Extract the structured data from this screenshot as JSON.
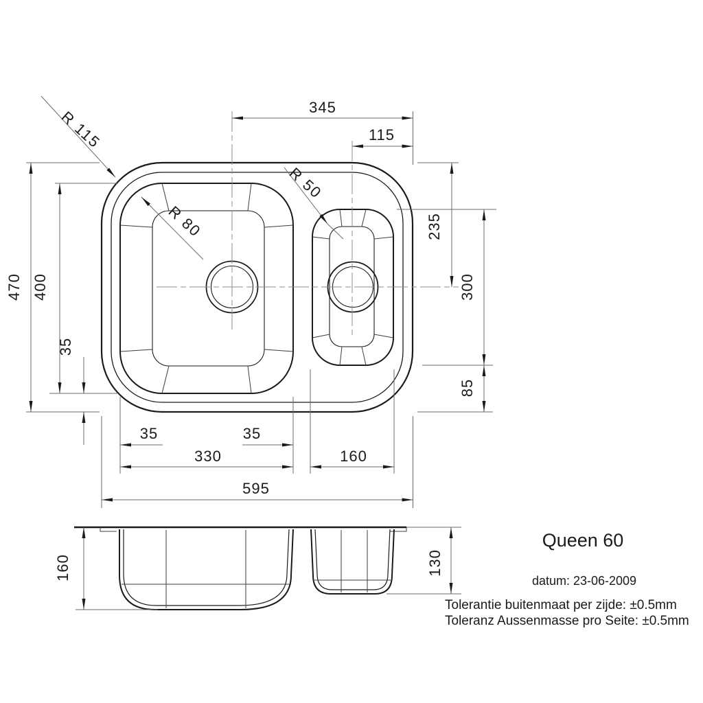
{
  "drawing": {
    "product_name": "Queen 60",
    "date_line": "datum: 23-06-2009",
    "tolerance_nl": "Tolerantie buitenmaat per zijde: ±0.5mm",
    "tolerance_de": "Toleranz Aussenmasse pro Seite: ±0.5mm"
  },
  "dimensions": {
    "drain_to_right_edge": "345",
    "small_drain_to_right_edge": "115",
    "outer_depth": "470",
    "main_bowl_length": "400",
    "bowl_bottom_offset": "35",
    "rim_to_small_drain": "235",
    "small_bowl_length": "300",
    "small_bowl_to_edge": "85",
    "main_bowl_corner_left": "35",
    "main_bowl_corner_right": "35",
    "main_bowl_width": "330",
    "small_bowl_width": "160",
    "outer_width": "595",
    "main_bowl_depth": "160",
    "small_bowl_depth": "130"
  },
  "radii": {
    "outer_corner": "R 115",
    "main_bowl_corner": "R 80",
    "small_bowl_corner": "R 50"
  },
  "colors": {
    "line": "#1a1a1a",
    "dim_line": "#6b6b6b",
    "background": "#ffffff"
  }
}
